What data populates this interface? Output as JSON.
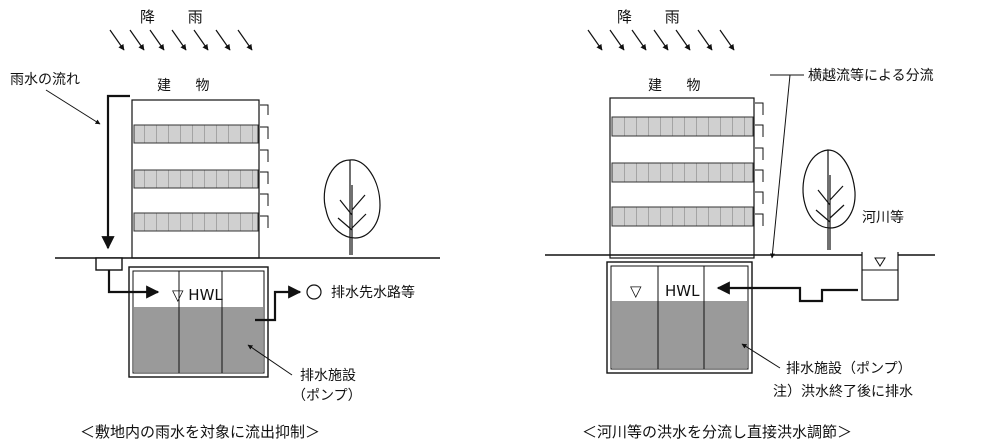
{
  "left": {
    "rain_label": "降 雨",
    "flow_label": "雨水の流れ",
    "building_label": "建 物",
    "hwl_label": "▽ HWL",
    "outlet_label": "排水先水路等",
    "facility_line1": "排水施設",
    "facility_line2": "（ポンプ）",
    "caption": "＜敷地内の雨水を対象に流出抑制＞"
  },
  "right": {
    "rain_label": "降 雨",
    "building_label": "建 物",
    "diversion_label": "横越流等による分流",
    "river_label": "河川等",
    "hwl_symbol": "▽",
    "hwl_text": "HWL",
    "facility_label": "排水施設（ポンプ）",
    "note": "注）洪水終了後に排水",
    "caption": "＜河川等の洪水を分流し直接洪水調節＞"
  }
}
